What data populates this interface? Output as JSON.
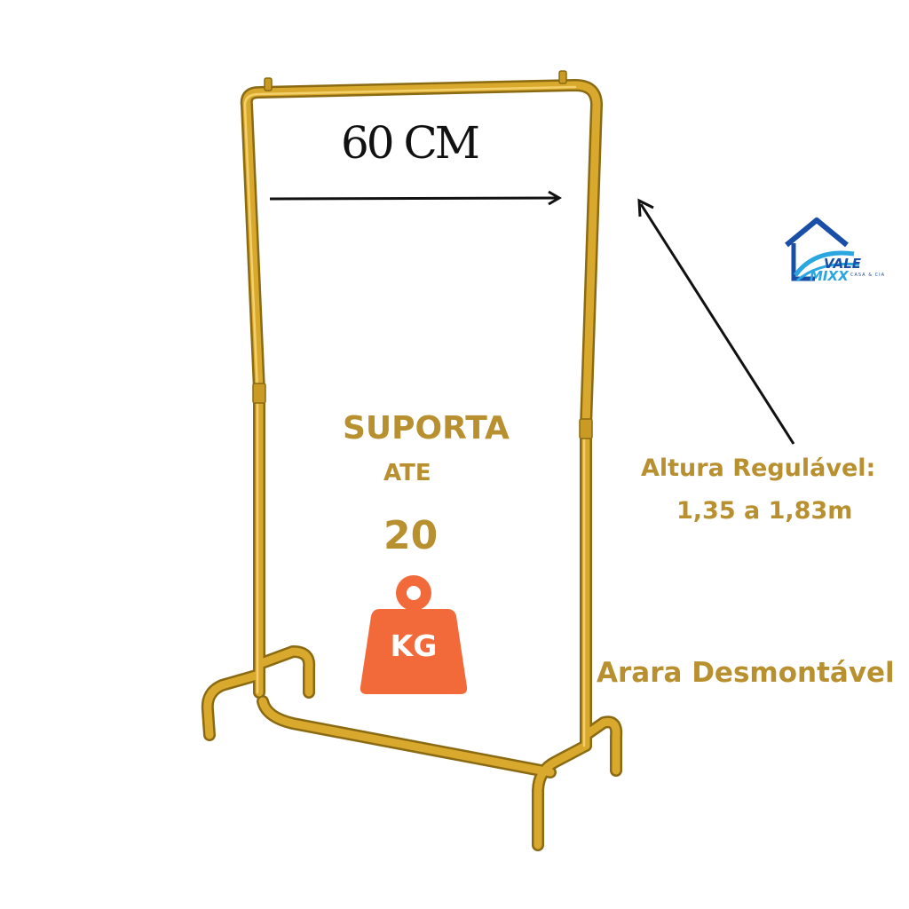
{
  "product": {
    "width_label": "60 CM",
    "height_line1": "Altura Regulável:",
    "height_line2": "1,35 a 1,83m",
    "support_line1": "SUPORTA",
    "support_line2": "ATE",
    "support_value": "20",
    "weight_unit": "KG",
    "rack_label": "Arara Desmontável"
  },
  "logo": {
    "line1": "VALE",
    "line2": "MIXX",
    "line3": "CASA & CIA",
    "icon": "house-logo-icon"
  },
  "colors": {
    "gold": "#b8902f",
    "weight_orange": "#f26a3a",
    "logo_blue": "#1a4fa8",
    "logo_light_blue": "#2aa7e0"
  },
  "icons": [
    "arrow-right-icon",
    "arrow-diagonal-icon",
    "weight-icon",
    "house-logo-icon"
  ]
}
